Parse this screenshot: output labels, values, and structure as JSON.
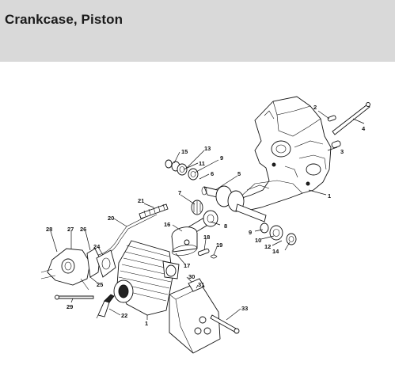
{
  "header": {
    "title": "Crankcase, Piston"
  },
  "callouts": [
    {
      "key": "c1a",
      "text": "1"
    },
    {
      "key": "c2",
      "text": "2"
    },
    {
      "key": "c3",
      "text": "3"
    },
    {
      "key": "c4",
      "text": "4"
    },
    {
      "key": "c15",
      "text": "15"
    },
    {
      "key": "c13",
      "text": "13"
    },
    {
      "key": "c11",
      "text": "11"
    },
    {
      "key": "c9a",
      "text": "9"
    },
    {
      "key": "c6",
      "text": "6"
    },
    {
      "key": "c5",
      "text": "5"
    },
    {
      "key": "c7",
      "text": "7"
    },
    {
      "key": "c21",
      "text": "21"
    },
    {
      "key": "c20",
      "text": "20"
    },
    {
      "key": "c8",
      "text": "8"
    },
    {
      "key": "c16",
      "text": "16"
    },
    {
      "key": "c18",
      "text": "18"
    },
    {
      "key": "c19",
      "text": "19"
    },
    {
      "key": "c9b",
      "text": "9"
    },
    {
      "key": "c10",
      "text": "10"
    },
    {
      "key": "c12",
      "text": "12"
    },
    {
      "key": "c14",
      "text": "14"
    },
    {
      "key": "c28",
      "text": "28"
    },
    {
      "key": "c27",
      "text": "27"
    },
    {
      "key": "c26",
      "text": "26"
    },
    {
      "key": "c24",
      "text": "24"
    },
    {
      "key": "c17",
      "text": "17"
    },
    {
      "key": "c25",
      "text": "25"
    },
    {
      "key": "c29",
      "text": "29"
    },
    {
      "key": "c22",
      "text": "22"
    },
    {
      "key": "c1b",
      "text": "1"
    },
    {
      "key": "c30",
      "text": "30"
    },
    {
      "key": "c31",
      "text": "31"
    },
    {
      "key": "c33",
      "text": "33"
    }
  ]
}
